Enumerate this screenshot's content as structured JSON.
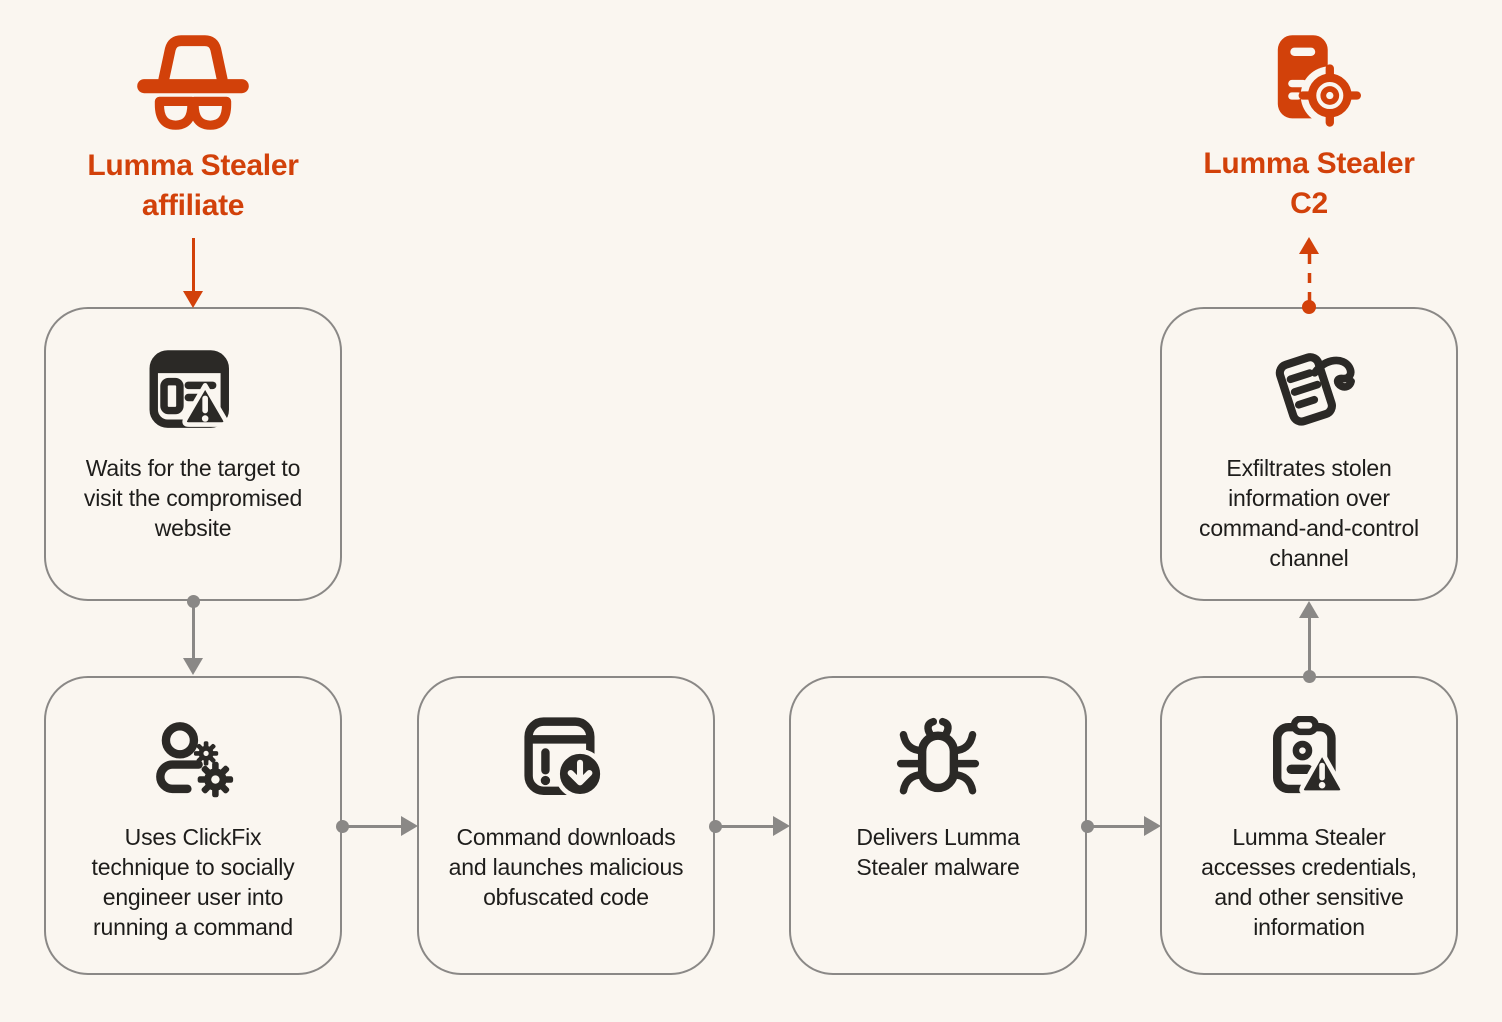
{
  "palette": {
    "background": "#FAF6F0",
    "accent_orange": "#D2410A",
    "connector_gray": "#8A8886",
    "icon_ink": "#2B2926",
    "text_ink": "#1E1D1B"
  },
  "actors": {
    "affiliate": {
      "icon": "spy-incognito-icon",
      "label": [
        "Lumma Stealer",
        "affiliate"
      ]
    },
    "c2": {
      "icon": "server-crosshair-icon",
      "label": [
        "Lumma Stealer",
        "C2"
      ]
    }
  },
  "steps": [
    {
      "icon": "browser-warning-icon",
      "text": [
        "Waits for the target to",
        "visit the compromised",
        "website"
      ]
    },
    {
      "icon": "user-gears-icon",
      "text": [
        "Uses ClickFix",
        "technique to socially",
        "engineer user into",
        "running a command"
      ]
    },
    {
      "icon": "command-window-download-icon",
      "text": [
        "Command downloads",
        "and launches malicious",
        "obfuscated code"
      ]
    },
    {
      "icon": "bug-icon",
      "text": [
        "Delivers Lumma",
        "Stealer malware"
      ]
    },
    {
      "icon": "clipboard-credentials-warning-icon",
      "text": [
        "Lumma Stealer",
        "accesses credentials,",
        "and other sensitive",
        "information"
      ]
    },
    {
      "icon": "document-exfiltration-icon",
      "text": [
        "Exfiltrates stolen",
        "information over",
        "command-and-control",
        "channel"
      ]
    }
  ]
}
